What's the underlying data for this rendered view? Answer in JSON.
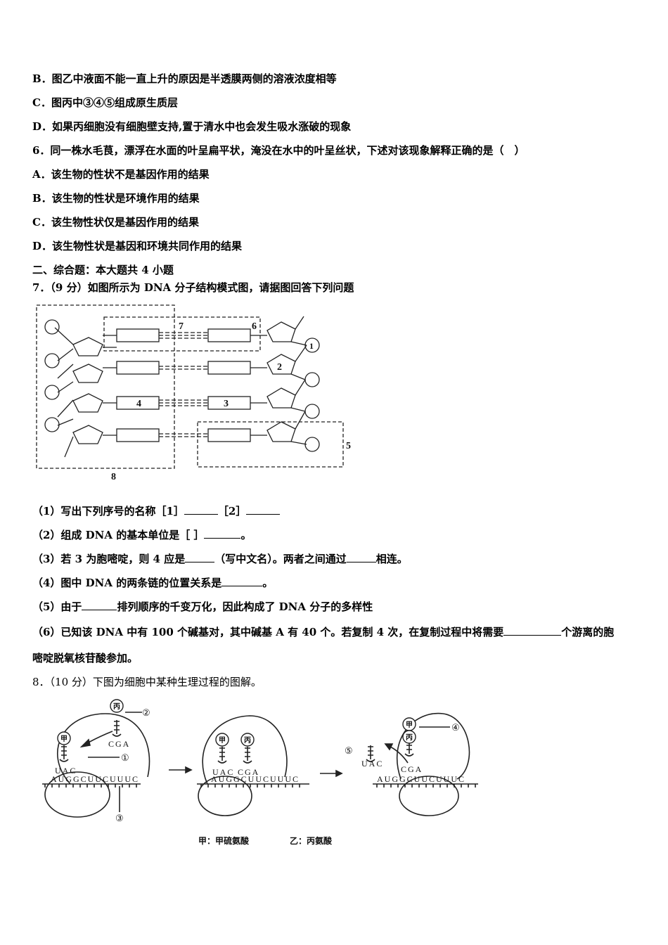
{
  "options_q5": [
    "B．图乙中液面不能一直上升的原因是半透膜两侧的溶液浓度相等",
    "C．图丙中③④⑤组成原生质层",
    "D．如果丙细胞没有细胞壁支持,置于清水中也会发生吸水涨破的现象"
  ],
  "q6": {
    "stem": "6．同一株水毛茛，漂浮在水面的叶呈扁平状，淹没在水中的叶呈丝状，下述对该现象解释正确的是（　）",
    "options": [
      "A．该生物的性状不是基因作用的结果",
      "B．该生物的性状是环境作用的结果",
      "C．该生物性状仅是基因作用的结果",
      "D．该生物性状是基因和环境共同作用的结果"
    ]
  },
  "section2": "二、综合题：本大题共 4 小题",
  "q7": {
    "stem": "7．（9 分）如图所示为 DNA 分子结构模式图，请据图回答下列问题",
    "fig_labels": {
      "l1": "1",
      "l2": "2",
      "l3": "3",
      "l4": "4",
      "l5": "5",
      "l6": "6",
      "l7": "7",
      "l8": "8"
    },
    "sub1a": "（1）写出下列序号的名称［1］",
    "sub1b": "［2］",
    "sub2a": "（2）组成 DNA 的基本单位是［ ］",
    "sub2b": "。",
    "sub3a": "（3）若 3 为胞嘧啶，则 4 应是",
    "sub3b": "（写中文名）。两者之间通过",
    "sub3c": "相连。",
    "sub4a": "（4）图中 DNA 的两条链的位置关系是",
    "sub4b": "。",
    "sub5a": "（5）由于",
    "sub5b": "排列顺序的千变万化，因此构成了 DNA 分子的多样性",
    "sub6a": "（6）已知该 DNA 中有 100 个碱基对，其中碱基 A 有 40 个。若复制 4 次，在复制过程中将需要",
    "sub6b": "个游离的胞",
    "sub6c": "嘧啶脱氧核苷酸参加。"
  },
  "q8": {
    "stem": "8．（10 分）下图为细胞中某种生理过程的图解。",
    "fig": {
      "jia": "甲",
      "bing": "丙",
      "c1": "①",
      "c2": "②",
      "c3": "③",
      "c4": "④",
      "c5": "⑤",
      "anticodon_uac": "UAC",
      "anticodon_cga": "CGA",
      "mrna": "AUGGCUUCUUUC",
      "legend_jia": "甲：甲硫氨酸",
      "legend_yi": "乙：丙氨酸"
    }
  }
}
